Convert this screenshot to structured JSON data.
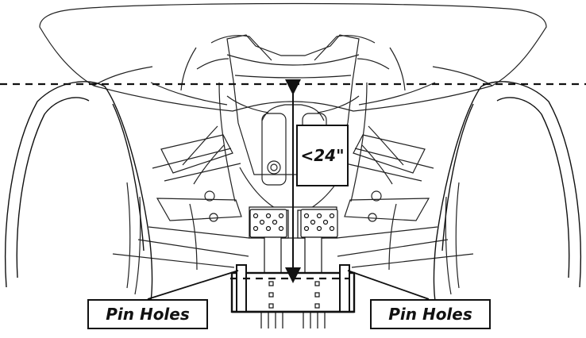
{
  "labels": {
    "measurement": "<24\"",
    "pin_holes_left": "Pin Holes",
    "pin_holes_right": "Pin Holes"
  },
  "colors": {
    "line": "#111111",
    "background": "#ffffff"
  },
  "icons": {
    "arrow_head": "arrow-head-icon"
  }
}
